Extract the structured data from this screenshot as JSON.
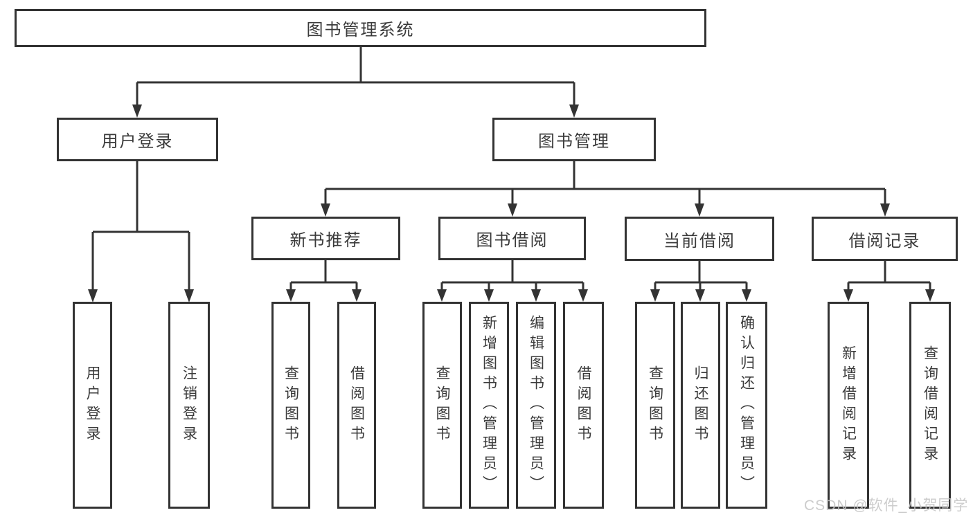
{
  "diagram": {
    "root": {
      "label": "图书管理系统",
      "children": [
        {
          "label": "用户登录",
          "children": [
            {
              "label": "用户登录"
            },
            {
              "label": "注销登录"
            }
          ]
        },
        {
          "label": "图书管理",
          "children": [
            {
              "label": "新书推荐",
              "children": [
                {
                  "label": "查询图书"
                },
                {
                  "label": "借阅图书"
                }
              ]
            },
            {
              "label": "图书借阅",
              "children": [
                {
                  "label": "查询图书"
                },
                {
                  "label": "新增图书（管理员）"
                },
                {
                  "label": "编辑图书（管理员）"
                },
                {
                  "label": "借阅图书"
                }
              ]
            },
            {
              "label": "当前借阅",
              "children": [
                {
                  "label": "查询图书"
                },
                {
                  "label": "归还图书"
                },
                {
                  "label": "确认归还（管理员）"
                }
              ]
            },
            {
              "label": "借阅记录",
              "children": [
                {
                  "label": "新增借阅记录"
                },
                {
                  "label": "查询借阅记录"
                }
              ]
            }
          ]
        }
      ]
    }
  },
  "watermark": {
    "text": "CSDN @软件_小贺同学"
  },
  "colors": {
    "line": "#333333",
    "text": "#3a3a3a",
    "watermark": "#c4c4c4",
    "background": "#ffffff"
  }
}
